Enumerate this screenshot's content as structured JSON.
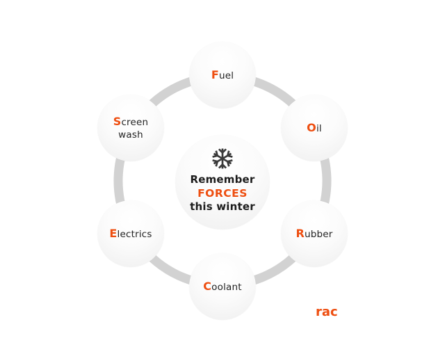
{
  "diagram": {
    "colors": {
      "accent": "#ee4e10",
      "ring": "#d2d2d2",
      "text": "#222222",
      "background": "#ffffff"
    },
    "center": {
      "icon": "snowflake-icon",
      "line1": "Remember",
      "line2": "FORCES",
      "line3": "this winter"
    },
    "nodes": [
      {
        "initial": "F",
        "rest": "uel",
        "rest2": ""
      },
      {
        "initial": "O",
        "rest": "il",
        "rest2": ""
      },
      {
        "initial": "R",
        "rest": "ubber",
        "rest2": ""
      },
      {
        "initial": "C",
        "rest": "oolant",
        "rest2": ""
      },
      {
        "initial": "E",
        "rest": "lectrics",
        "rest2": ""
      },
      {
        "initial": "S",
        "rest": "creen",
        "rest2": "wash"
      }
    ],
    "logo": "rac"
  }
}
